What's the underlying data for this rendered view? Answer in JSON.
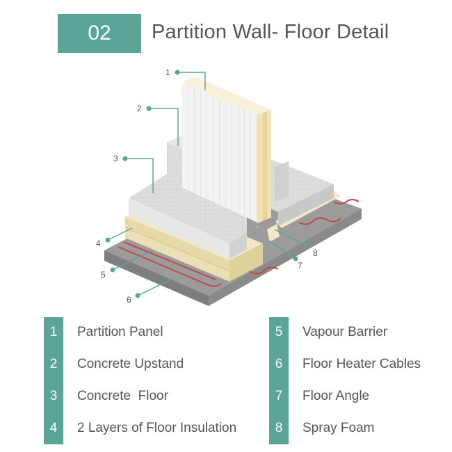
{
  "header": {
    "number": "02",
    "title": "Partition Wall- Floor Detail"
  },
  "callouts": [
    "1",
    "2",
    "3",
    "4",
    "5",
    "6",
    "7",
    "8"
  ],
  "legend": {
    "left": [
      {
        "num": "1",
        "label": "Partition Panel"
      },
      {
        "num": "2",
        "label": "Concrete Upstand"
      },
      {
        "num": "3",
        "label": "Concrete  Floor"
      },
      {
        "num": "4",
        "label": "2 Layers of Floor Insulation"
      }
    ],
    "right": [
      {
        "num": "5",
        "label": "Vapour Barrier"
      },
      {
        "num": "6",
        "label": "Floor Heater Cables"
      },
      {
        "num": "7",
        "label": "Floor Angle"
      },
      {
        "num": "8",
        "label": "Spray Foam"
      }
    ]
  },
  "colors": {
    "accent": "#5aa597",
    "text": "#555555",
    "heater_cable": "#c0474a"
  }
}
